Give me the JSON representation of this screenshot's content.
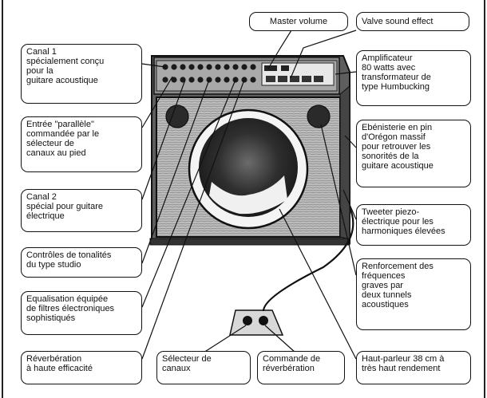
{
  "labels": {
    "master_volume": "Master volume",
    "valve_sound_effect": "Valve sound effect",
    "canal1": "Canal 1\nspécialement conçu\npour la\nguitare acoustique",
    "amplificateur": "Amplificateur\n80 watts avec\ntransformateur de\ntype Humbucking",
    "entree_parallele": "Entrée \"parallèle\"\ncommandée par le\nsélecteur de\ncanaux au pied",
    "ebenisterie": "Ebénisterie en pin\nd'Orégon massif\npour retrouver les\nsonorités de la\nguitare acoustique",
    "canal2": "Canal 2\nspécial pour guitare\nélectrique",
    "tweeter": "Tweeter piezo-\nélectrique pour les\nharmoniques élevées",
    "controles": "Contrôles de tonalités\ndu type studio",
    "renforcement": "Renforcement des\nfréquences\ngraves par\ndeux tunnels\nacoustiques",
    "equalisation": "Equalisation équipée\nde filtres électroniques\nsophistiqués",
    "reverberation": "Réverbération\nà haute efficacité",
    "selecteur": "Sélecteur  de\ncanaux",
    "commande": "Commande de\nréverbération",
    "haut_parleur": "Haut-parleur 38 cm à\ntrès haut rendement"
  }
}
